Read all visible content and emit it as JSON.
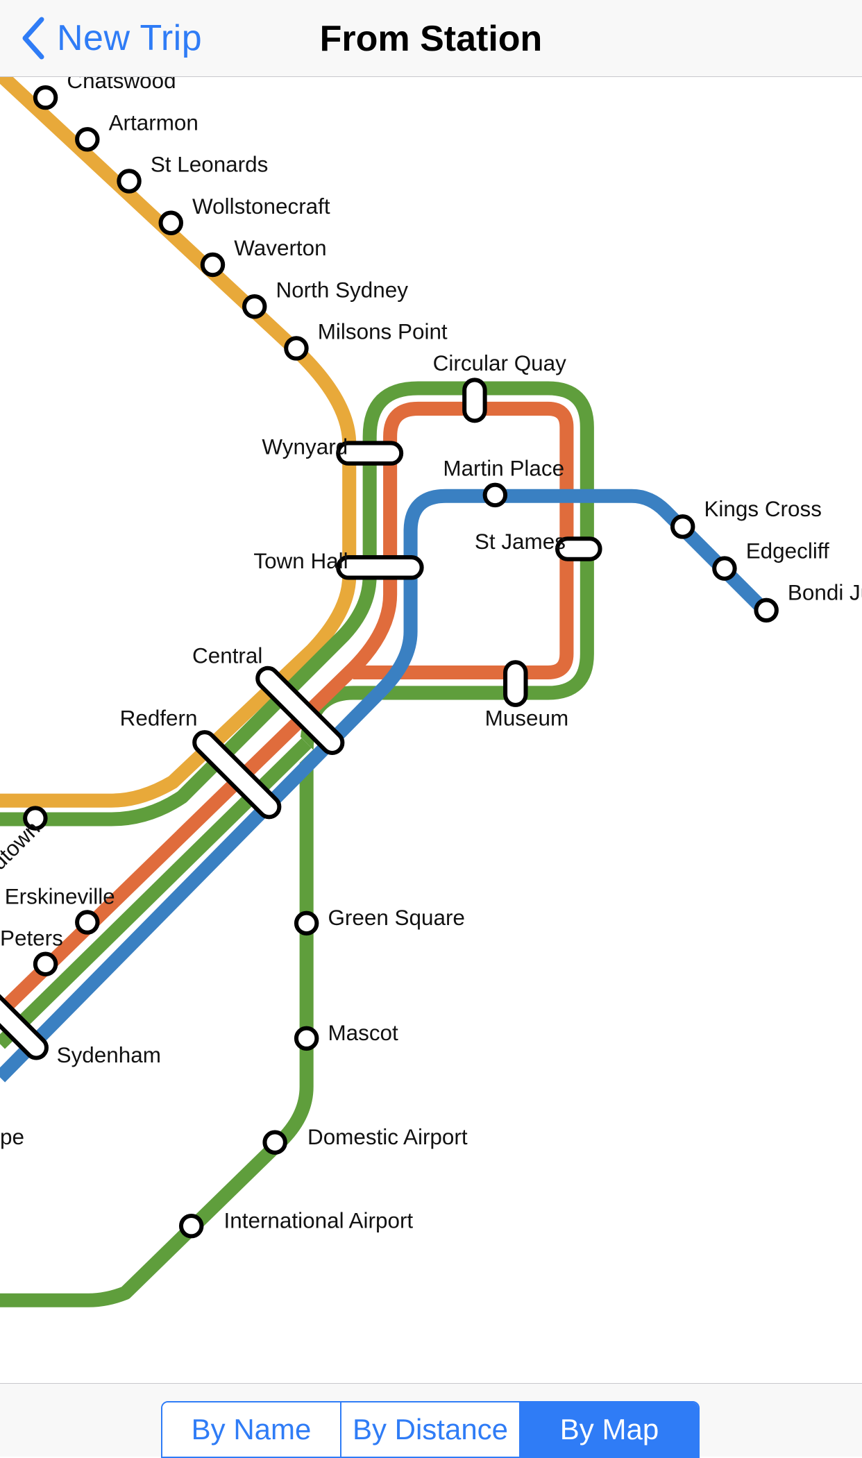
{
  "nav": {
    "back_label": "New Trip",
    "title": "From Station"
  },
  "colors": {
    "accent": "#2f7cf6",
    "line_orange": "#e8a93a",
    "line_green": "#5f9e3c",
    "line_red": "#e06c3c",
    "line_blue": "#3a80c2"
  },
  "stations": {
    "chatswood": "Chatswood",
    "artarmon": "Artarmon",
    "st_leonards": "St Leonards",
    "wollstonecraft": "Wollstonecraft",
    "waverton": "Waverton",
    "north_sydney": "North Sydney",
    "milsons_point": "Milsons Point",
    "circular_quay": "Circular Quay",
    "wynyard": "Wynyard",
    "martin_place": "Martin Place",
    "kings_cross": "Kings Cross",
    "edgecliff": "Edgecliff",
    "bondi_junction": "Bondi Jun",
    "st_james": "St James",
    "town_hall": "Town Hall",
    "central": "Central",
    "museum": "Museum",
    "redfern": "Redfern",
    "macdonaldtown": "dtown",
    "erskineville": "Erskineville",
    "st_peters": "Peters",
    "green_square": "Green Square",
    "mascot": "Mascot",
    "sydenham": "Sydenham",
    "tempe": "pe",
    "domestic_airport": "Domestic Airport",
    "international_airport": "International Airport"
  },
  "segments": {
    "by_name": "By Name",
    "by_distance": "By Distance",
    "by_map": "By Map",
    "selected": "By Map"
  }
}
